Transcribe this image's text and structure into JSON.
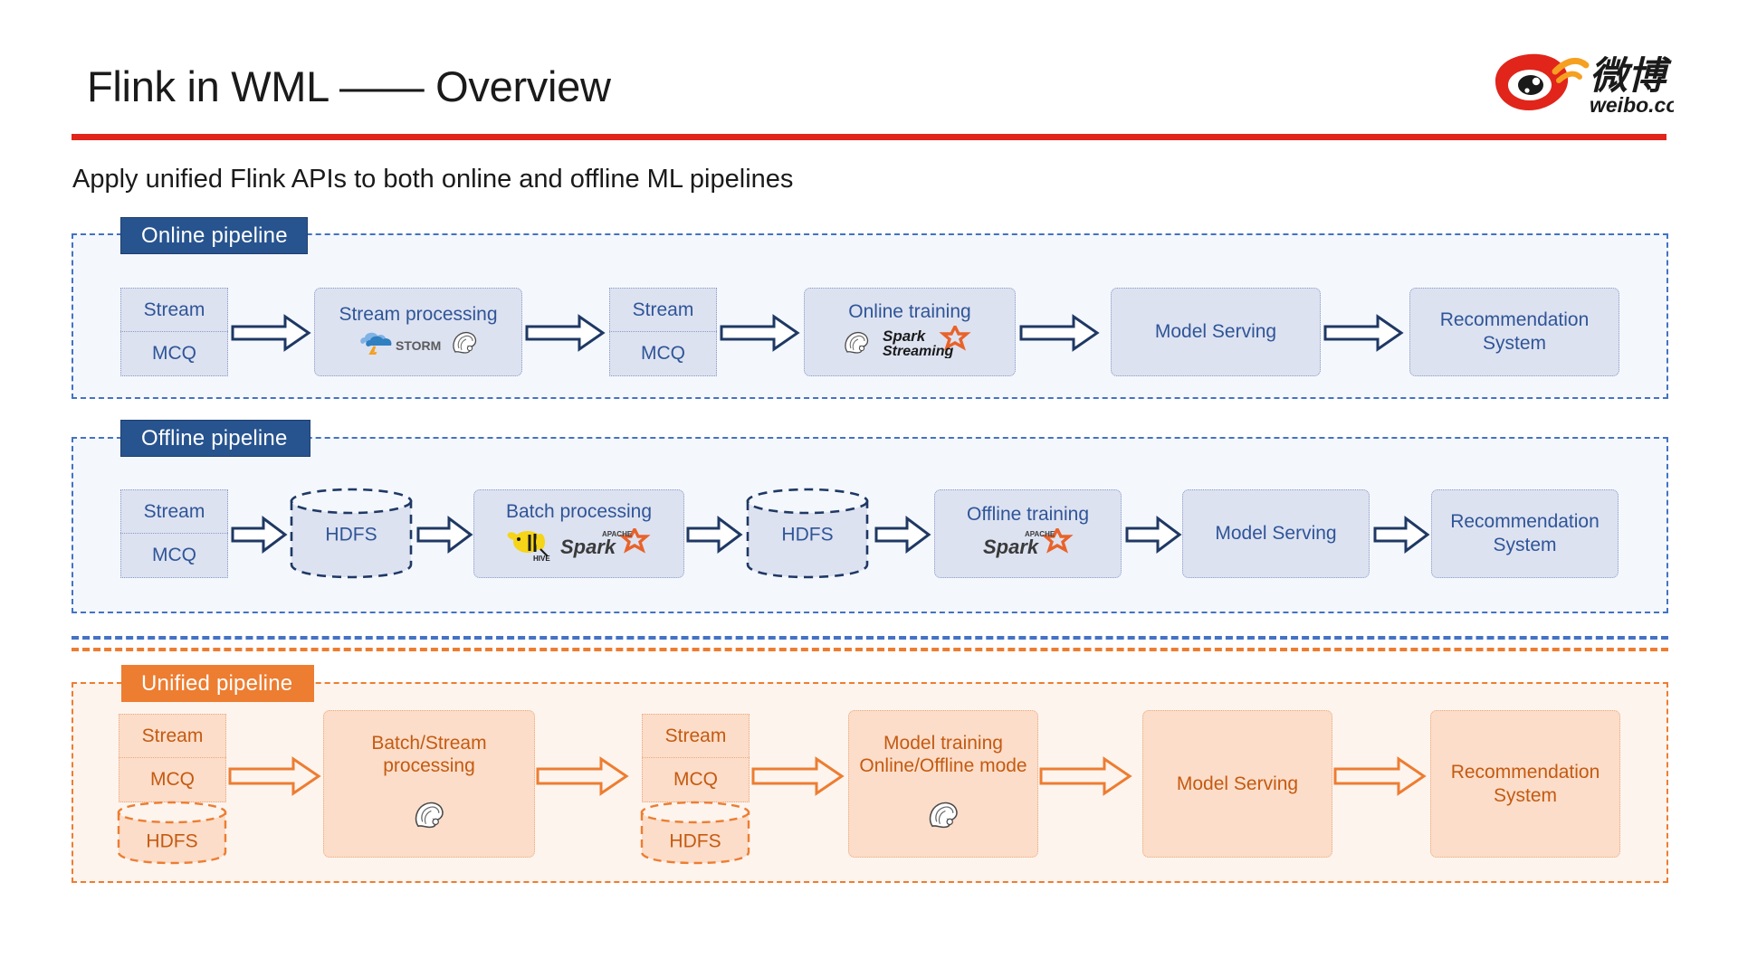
{
  "slide": {
    "title": "Flink in WML —— Overview",
    "subtitle": "Apply unified Flink APIs to both online and offline ML pipelines",
    "accent_rule_color": "#e1251b"
  },
  "brand": {
    "name": "weibo-logo",
    "cn_text": "微博",
    "domain_text": "weibo.com",
    "eye_color": "#e1251b",
    "arc_color": "#f6a021"
  },
  "colors": {
    "blue_frame": "#4472c4",
    "blue_frame_fill": "#f4f8fd",
    "blue_badge": "#27548f",
    "blue_node_fill": "#dde2f1",
    "blue_node_border": "#8b9bc4",
    "blue_text": "#2f5597",
    "navy_arrow": "#1f3864",
    "orange_frame": "#ed7d31",
    "orange_frame_fill": "#fdf4ee",
    "orange_badge": "#ed7d31",
    "orange_node_fill": "#fbddc9",
    "orange_node_border": "#eda87a",
    "orange_text": "#c55a11"
  },
  "pipelines": [
    {
      "id": "online",
      "badge": "Online pipeline",
      "theme": "blue",
      "nodes": [
        {
          "name": "source-stack",
          "kind": "stack",
          "cells": [
            "Stream",
            "MCQ"
          ]
        },
        {
          "name": "stream-processing",
          "kind": "box",
          "label": "Stream processing",
          "logos": [
            "storm-logo",
            "flink-squirrel-logo"
          ]
        },
        {
          "name": "sink-stack",
          "kind": "stack",
          "cells": [
            "Stream",
            "MCQ"
          ]
        },
        {
          "name": "online-training",
          "kind": "box",
          "label": "Online training",
          "logos": [
            "flink-squirrel-logo",
            "spark-streaming-logo"
          ]
        },
        {
          "name": "model-serving",
          "kind": "box",
          "label": "Model Serving",
          "logos": []
        },
        {
          "name": "recommendation-system",
          "kind": "box",
          "label": "Recommendation System",
          "logos": []
        }
      ]
    },
    {
      "id": "offline",
      "badge": "Offline pipeline",
      "theme": "blue",
      "nodes": [
        {
          "name": "source-stack",
          "kind": "stack",
          "cells": [
            "Stream",
            "MCQ"
          ]
        },
        {
          "name": "hdfs-store-1",
          "kind": "cylinder",
          "label": "HDFS"
        },
        {
          "name": "batch-processing",
          "kind": "box",
          "label": "Batch processing",
          "logos": [
            "hive-logo",
            "spark-logo"
          ]
        },
        {
          "name": "hdfs-store-2",
          "kind": "cylinder",
          "label": "HDFS"
        },
        {
          "name": "offline-training",
          "kind": "box",
          "label": "Offline training",
          "logos": [
            "spark-logo"
          ]
        },
        {
          "name": "model-serving",
          "kind": "box",
          "label": "Model Serving",
          "logos": []
        },
        {
          "name": "recommendation-system",
          "kind": "box",
          "label": "Recommendation System",
          "logos": []
        }
      ]
    },
    {
      "id": "unified",
      "badge": "Unified pipeline",
      "theme": "orange",
      "nodes": [
        {
          "name": "source-stack",
          "kind": "stack",
          "cells": [
            "Stream",
            "MCQ"
          ]
        },
        {
          "name": "hdfs-store-1",
          "kind": "cylinder",
          "label": "HDFS"
        },
        {
          "name": "batch-stream-processing",
          "kind": "box",
          "label": "Batch/Stream processing",
          "logos": [
            "flink-squirrel-logo"
          ]
        },
        {
          "name": "sink-stack",
          "kind": "stack",
          "cells": [
            "Stream",
            "MCQ"
          ]
        },
        {
          "name": "hdfs-store-2",
          "kind": "cylinder",
          "label": "HDFS"
        },
        {
          "name": "model-training",
          "kind": "box",
          "label": "Model training Online/Offline mode",
          "logos": [
            "flink-squirrel-logo"
          ]
        },
        {
          "name": "model-serving",
          "kind": "box",
          "label": "Model Serving",
          "logos": []
        },
        {
          "name": "recommendation-system",
          "kind": "box",
          "label": "Recommendation System",
          "logos": []
        }
      ]
    }
  ],
  "labels": {
    "online_badge": "Online pipeline",
    "offline_badge": "Offline pipeline",
    "unified_badge": "Unified pipeline",
    "stream": "Stream",
    "mcq": "MCQ",
    "hdfs": "HDFS",
    "stream_processing": "Stream processing",
    "online_training": "Online training",
    "batch_processing": "Batch processing",
    "offline_training": "Offline training",
    "batch_stream_processing_l1": "Batch/Stream",
    "batch_stream_processing_l2": "processing",
    "model_training_l1": "Model training",
    "model_training_l2": "Online/Offline mode",
    "model_serving": "Model Serving",
    "recommendation_l1": "Recommendation",
    "recommendation_l2": "System",
    "storm_text": "STORM",
    "spark_text": "Spark",
    "spark_apache_text": "APACHE",
    "spark_streaming_text": "Streaming",
    "hive_text": "HIVE"
  }
}
